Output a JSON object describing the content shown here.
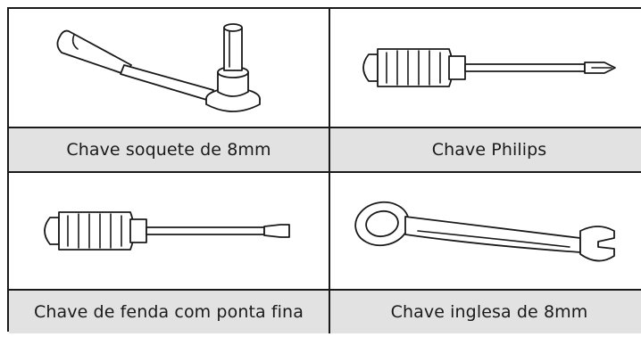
{
  "tools": [
    {
      "label": "Chave soquete de 8mm",
      "icon": "socket-wrench-icon"
    },
    {
      "label": "Chave Philips",
      "icon": "phillips-screwdriver-icon"
    },
    {
      "label": "Chave de fenda com ponta fina",
      "icon": "flat-screwdriver-icon"
    },
    {
      "label": "Chave inglesa de 8mm",
      "icon": "combination-wrench-icon"
    }
  ],
  "colors": {
    "border": "#1a1a1a",
    "caption_background": "#e2e2e2",
    "image_background": "#ffffff"
  }
}
